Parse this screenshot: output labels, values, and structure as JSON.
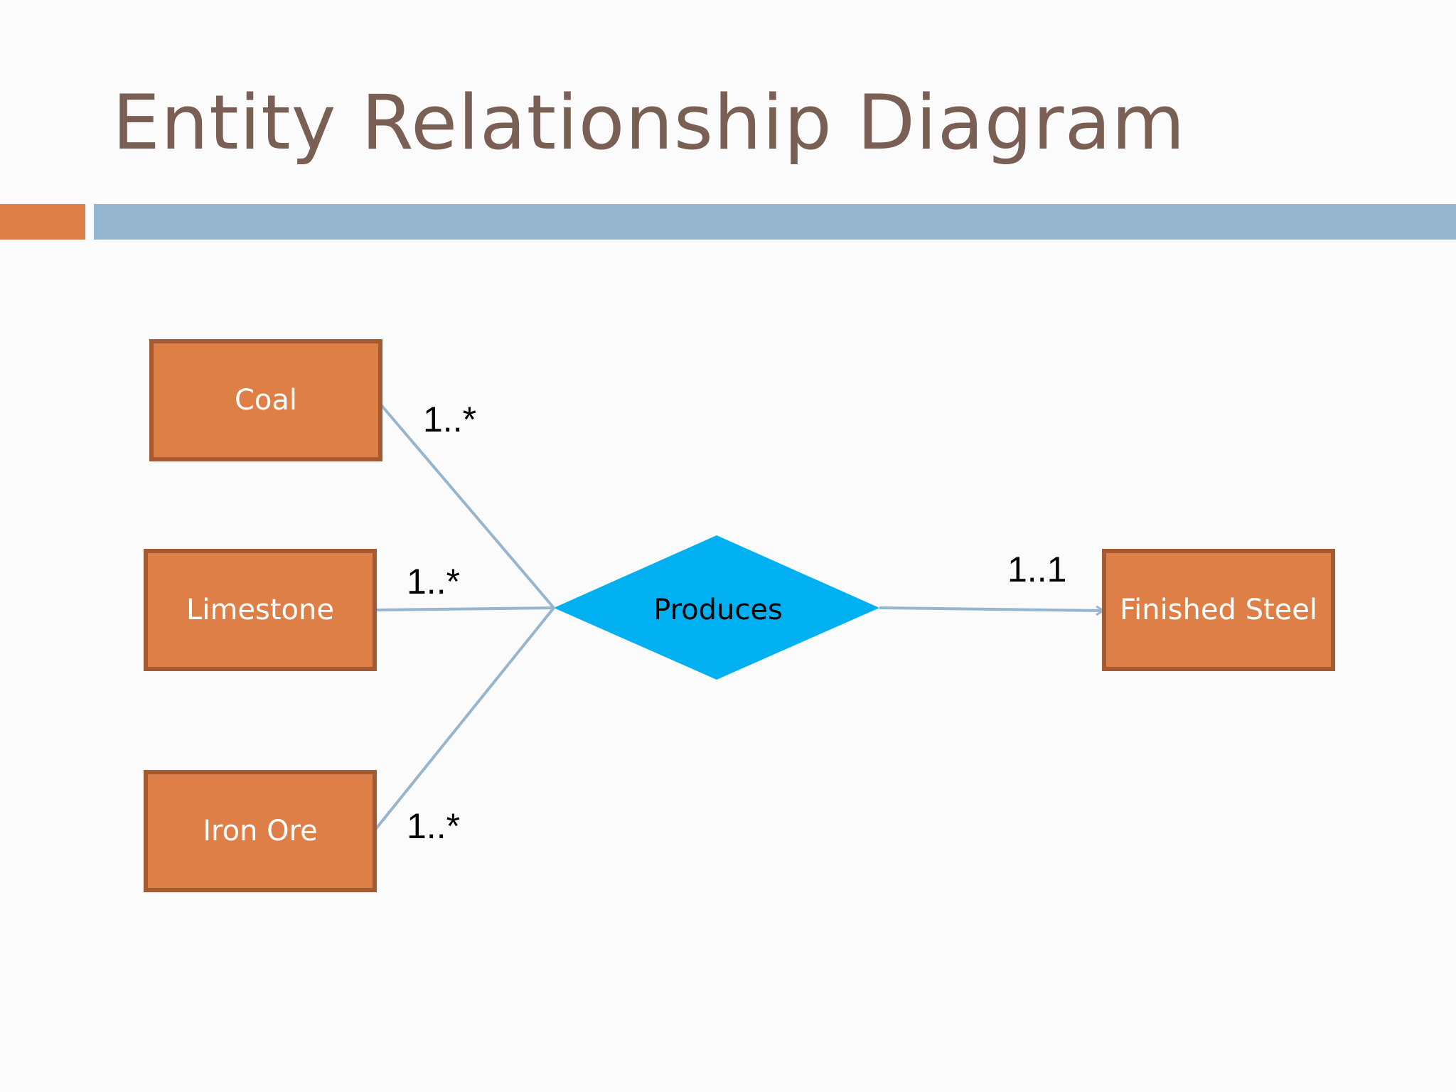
{
  "title": "Entity Relationship Diagram",
  "colors": {
    "title": "#7a5f55",
    "accent_orange": "#dd7f46",
    "accent_blue": "#96b5ce",
    "entity_fill": "#dd7f46",
    "entity_border": "#a55a32",
    "relationship_fill": "#00b0f0",
    "connector": "#96b5ce"
  },
  "entities": {
    "coal": "Coal",
    "limestone": "Limestone",
    "iron_ore": "Iron Ore",
    "finished_steel": "Finished Steel"
  },
  "relationship": {
    "label": "Produces"
  },
  "cardinalities": {
    "coal": "1..*",
    "limestone": "1..*",
    "iron_ore": "1..*",
    "finished_steel": "1..1"
  }
}
